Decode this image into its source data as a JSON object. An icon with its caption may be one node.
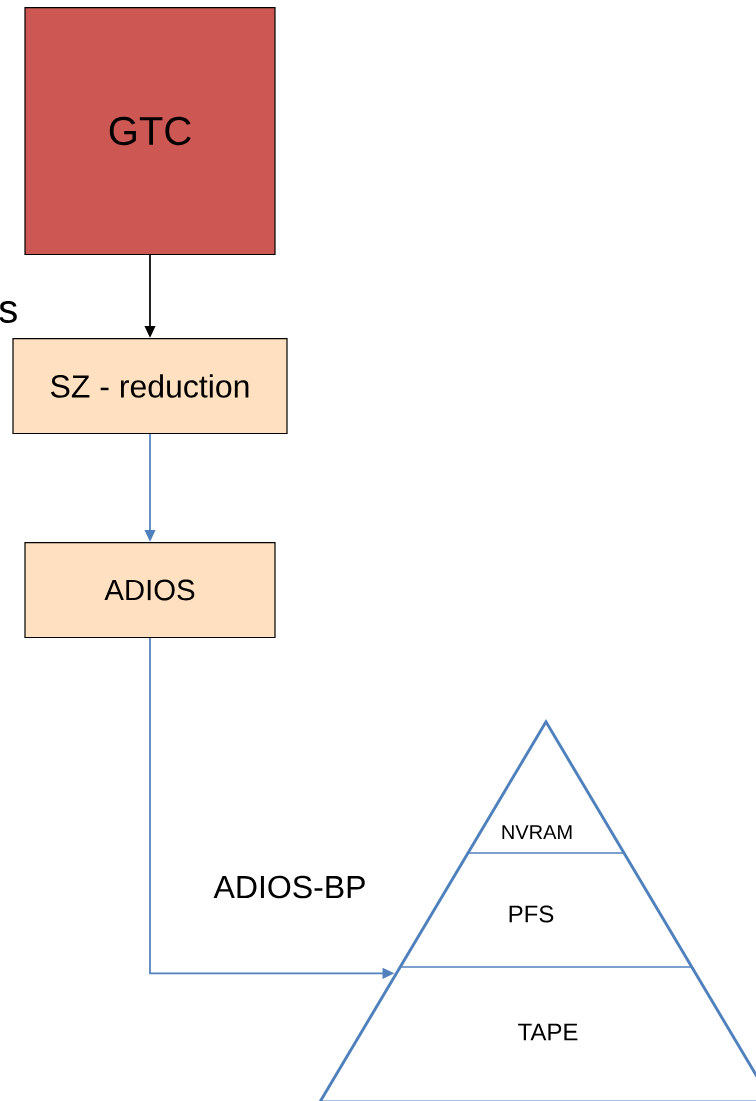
{
  "diagram": {
    "nodes": [
      {
        "text": [
          "GTC"
        ]
      },
      {
        "text": [
          "SZ - reduction"
        ]
      },
      {
        "text": [
          "ADIOS"
        ]
      },
      {
        "text": [],
        "shape": "triangle"
      },
      {
        "text": [
          "NVRAM"
        ],
        "in": 3
      },
      {
        "text": [
          "PFS"
        ],
        "in": 3
      },
      {
        "text": [
          "TAPE"
        ],
        "in": 3
      }
    ],
    "edges": [
      {
        "from": 0,
        "to": 1,
        "arrow": "to",
        "color": "#000000"
      },
      {
        "from": 1,
        "to": 2,
        "arrow": "to"
      },
      {
        "from": 2,
        "to": 3,
        "arrow": "to",
        "label": "ADIOS-BP"
      }
    ],
    "labels": [
      "s"
    ]
  }
}
